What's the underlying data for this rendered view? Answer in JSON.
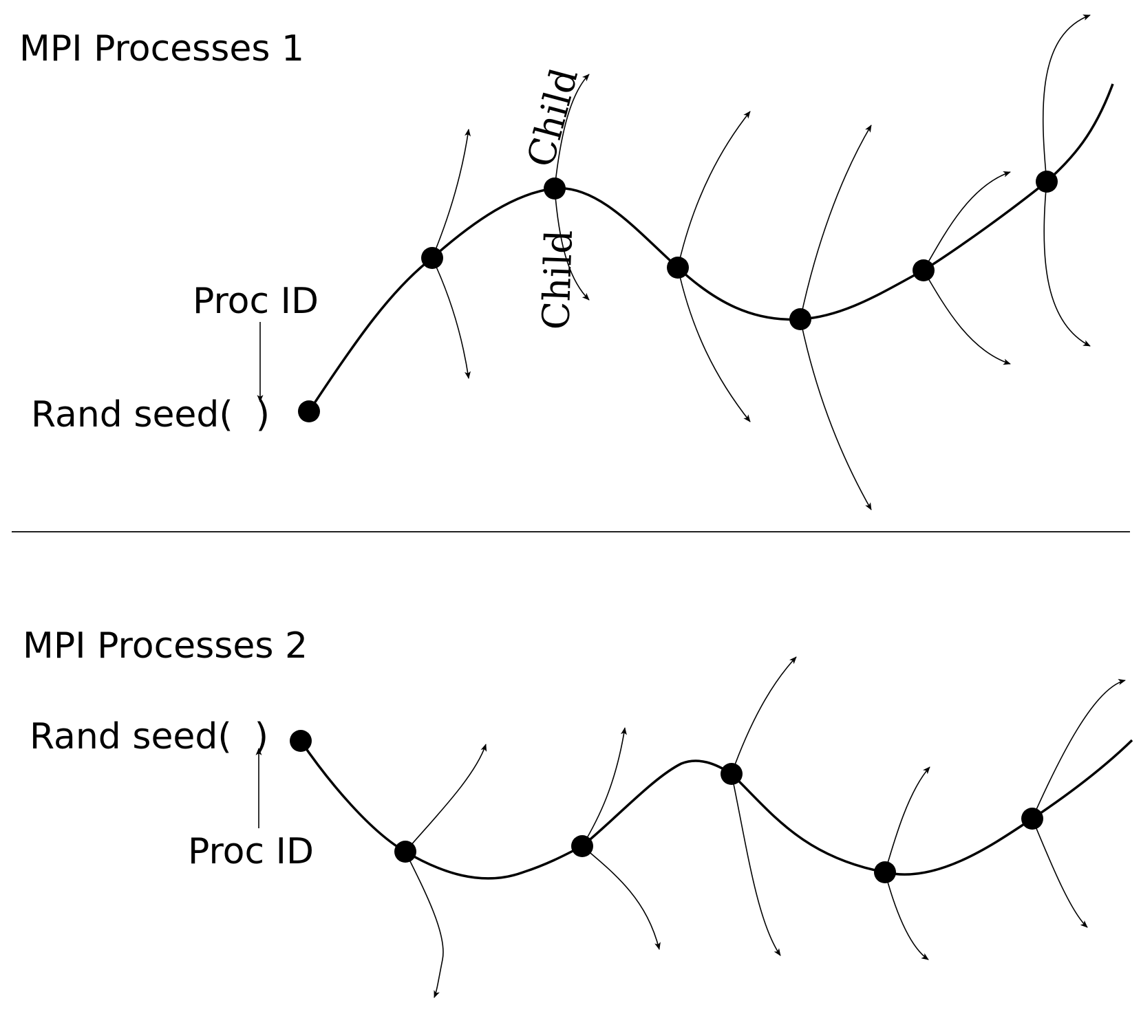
{
  "panels": [
    {
      "title": "MPI Processes 1",
      "seed_label": "Rand seed(  )",
      "proc_label": "Proc ID",
      "child_labels": [
        "Child",
        "Child"
      ]
    },
    {
      "title": "MPI Processes 2",
      "seed_label": "Rand seed(  )",
      "proc_label": "Proc ID"
    }
  ],
  "colors": {
    "ink": "#000000",
    "background": "#ffffff"
  },
  "icons": [
    "arrow-head-icon"
  ]
}
